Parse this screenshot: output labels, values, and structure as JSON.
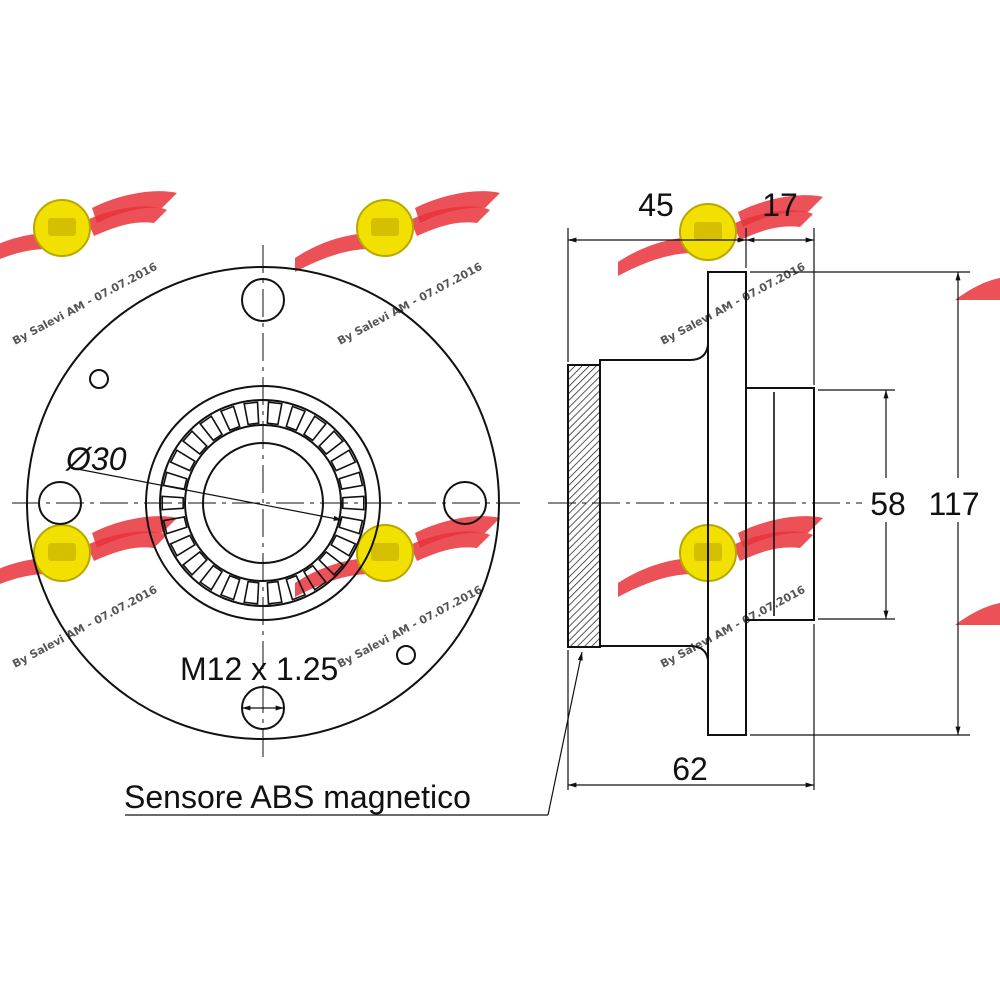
{
  "front_view": {
    "bore_label": "Ø30",
    "thread_label": "M12 x 1.25"
  },
  "side_view": {
    "dim_45": "45",
    "dim_17": "17",
    "dim_58": "58",
    "dim_117": "117",
    "dim_62": "62"
  },
  "callout": {
    "abs_label": "Sensore ABS magnetico"
  },
  "watermark": {
    "text": "By Salevi AM - 07.07.2016",
    "logo_colors": {
      "wing": "#e8333a",
      "badge": "#f2e000"
    }
  }
}
